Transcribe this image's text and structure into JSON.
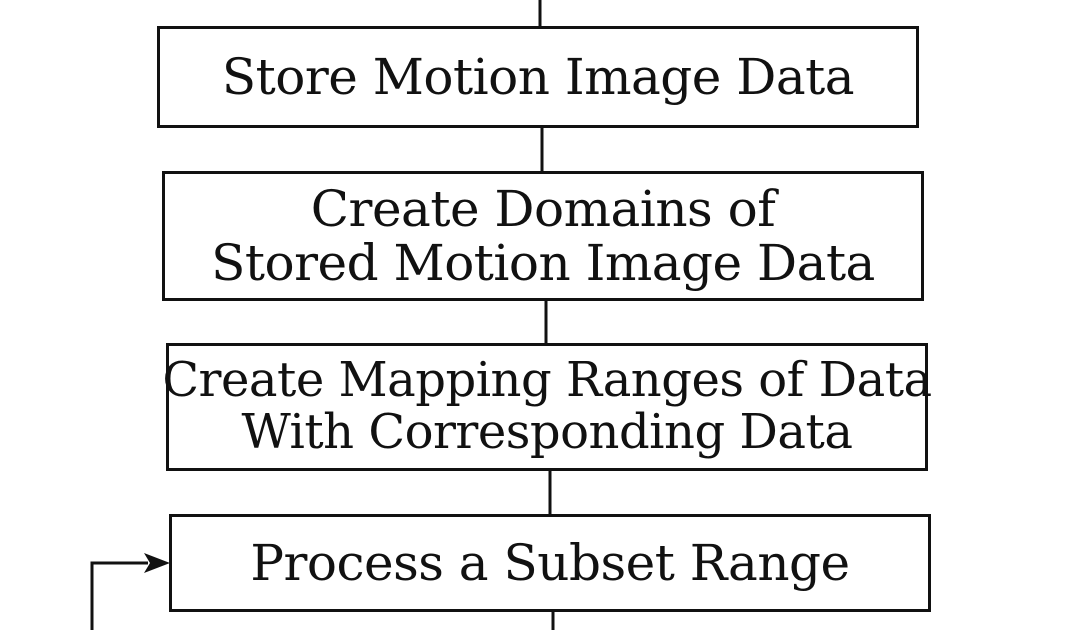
{
  "diagram": {
    "steps": [
      {
        "lines": [
          "Store Motion Image Data"
        ]
      },
      {
        "lines": [
          "Create Domains of",
          "Stored Motion Image Data"
        ]
      },
      {
        "lines": [
          "Create Mapping Ranges of Data",
          "With Corresponding Data"
        ]
      },
      {
        "lines": [
          "Process a Subset Range"
        ]
      }
    ]
  }
}
